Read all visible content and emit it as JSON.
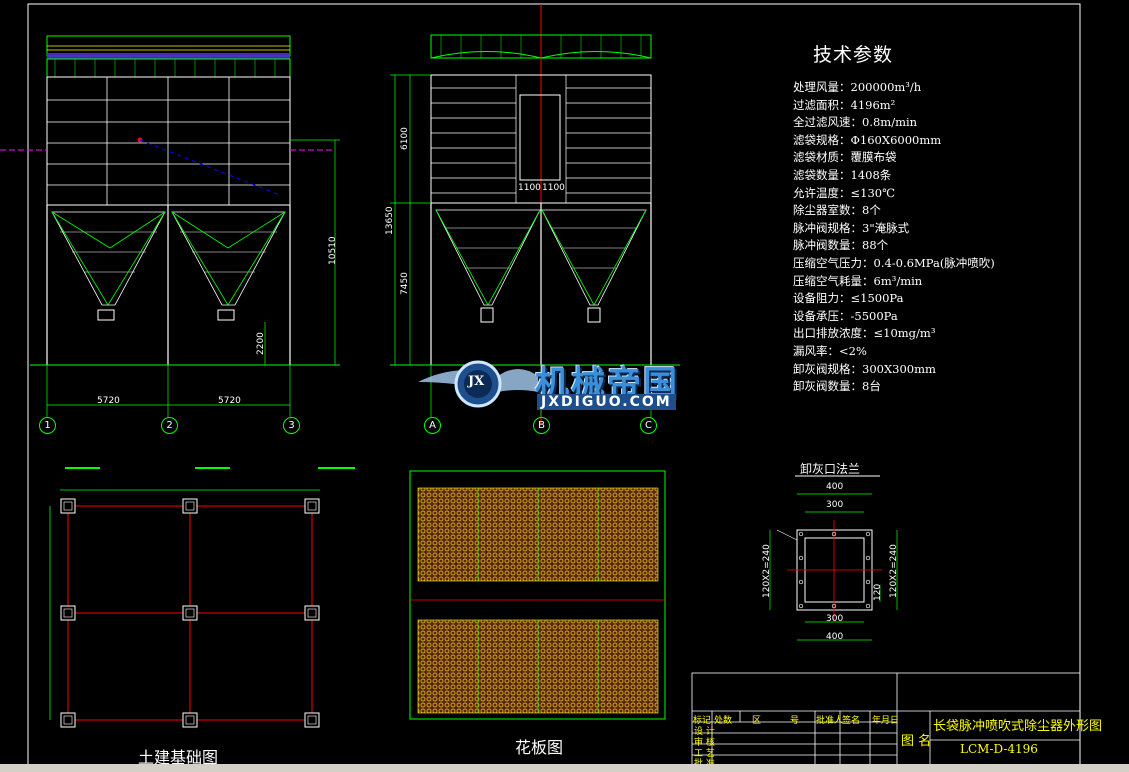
{
  "tech_params": {
    "title": "技术参数",
    "items": [
      "处理风量：200000m³/h",
      "过滤面积：4196m²",
      "全过滤风速：0.8m/min",
      "滤袋规格：Φ160X6000mm",
      "滤袋材质：覆膜布袋",
      "滤袋数量：1408条",
      "允许温度：≤130℃",
      "除尘器室数：8个",
      "脉冲阀规格：3\"淹脉式",
      "脉冲阀数量：88个",
      "压缩空气压力：0.4-0.6MPa(脉冲喷吹)",
      "压缩空气耗量：6m³/min",
      "设备阻力：≤1500Pa",
      "设备承压：-5500Pa",
      "出口排放浓度：≤10mg/m³",
      "漏风率：<2%",
      "卸灰阀规格：300X300mm",
      "卸灰阀数量：8台"
    ]
  },
  "views": {
    "foundation_title": "土建基础图",
    "plate_title": "花板图",
    "flange_title": "卸灰口法兰"
  },
  "axes": {
    "numbers": [
      "1",
      "2",
      "3"
    ],
    "letters": [
      "A",
      "B",
      "C"
    ]
  },
  "dimensions": {
    "front_span_1": "5720",
    "front_span_2": "5720",
    "front_height": "10510",
    "front_leg": "2200",
    "side_upper": "6100",
    "side_total": "13650",
    "side_lower": "7450",
    "side_door_1": "1100",
    "side_door_2": "1100",
    "flange_outer_top": "400",
    "flange_inner_top": "300",
    "flange_inner_bottom": "300",
    "flange_outer_bottom": "400",
    "flange_side_left": "120X2=240",
    "flange_side_right": "120X2=240",
    "flange_hole_note": "120"
  },
  "watermark": {
    "logo_letters": "JX",
    "text": "机械帝国",
    "url": "JXDIGUO.COM"
  },
  "title_block": {
    "drawing_name": "长袋脉冲喷吹式除尘器外形图",
    "drawing_no": "LCM-D-4196",
    "label_name": "图 名",
    "header_cells": [
      "标记",
      "处数",
      "区",
      "号",
      "批准人",
      "签名",
      "年月日"
    ],
    "row_labels": [
      "设 计",
      "审 核",
      "工 艺",
      "批 准"
    ]
  },
  "colors": {
    "background": "#000000",
    "line_white": "#ffffff",
    "line_green": "#00ff00",
    "line_red": "#ff0000",
    "line_yellow": "#ffff00",
    "line_cyan": "#00ffff",
    "line_magenta": "#ff00ff",
    "watermark_blue": "#3b8fd8"
  }
}
